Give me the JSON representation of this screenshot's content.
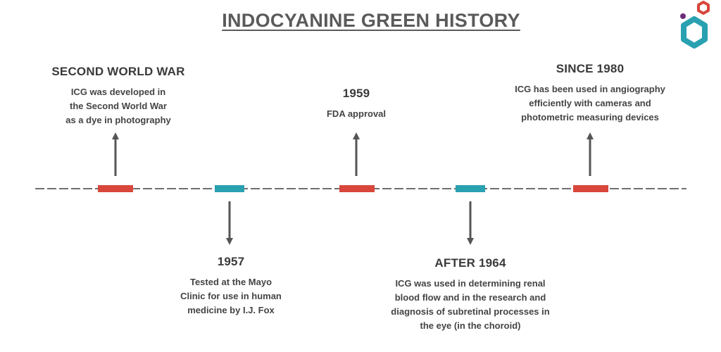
{
  "title": "INDOCYANINE GREEN HISTORY",
  "colors": {
    "red_segment": "#d9463b",
    "teal_segment": "#2aa1b1",
    "line": "#707070",
    "arrow": "#555555",
    "logo_teal": "#2aa1b1",
    "logo_red": "#d9463b",
    "logo_purple": "#6b2d7a"
  },
  "icons": {
    "logo": "hexagon-molecule-icon"
  },
  "events": [
    {
      "title": "SECOND WORLD WAR",
      "lines": [
        "ICG was developed in",
        "the Second World War",
        "as a dye in photography"
      ]
    },
    {
      "title": "1957",
      "lines": [
        "Tested at the Mayo",
        "Clinic for use in human",
        "medicine by I.J. Fox"
      ]
    },
    {
      "title": "1959",
      "lines": [
        "FDA approval"
      ]
    },
    {
      "title": "AFTER 1964",
      "lines": [
        "ICG was used in determining renal",
        "blood flow and in the research and",
        "diagnosis of subretinal processes in",
        "the eye (in the choroid)"
      ]
    },
    {
      "title": "SINCE 1980",
      "lines": [
        "ICG has been used in angiography",
        "efficiently with cameras and",
        "photometric measuring devices"
      ]
    }
  ]
}
